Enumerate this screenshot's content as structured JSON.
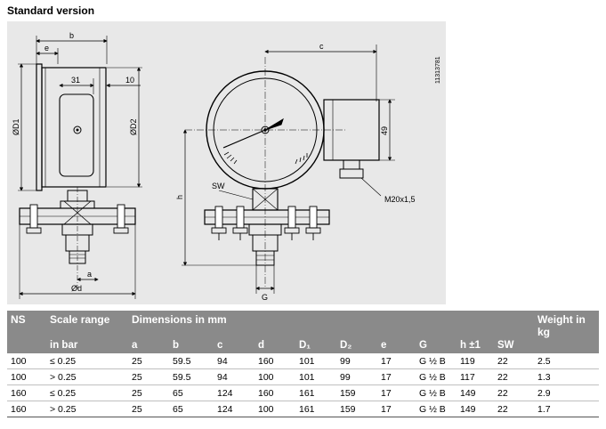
{
  "title": "Standard version",
  "drawing": {
    "doc_number": "11313781",
    "labels": {
      "b": "b",
      "e": "e",
      "dim31": "31",
      "dim10": "10",
      "d1": "ØD1",
      "d2": "ØD2",
      "a": "a",
      "d": "Ød",
      "c": "c",
      "dim49": "49",
      "h": "h",
      "sw": "SW",
      "thread": "M20x1,5",
      "g": "G"
    }
  },
  "table": {
    "head_top": [
      "NS",
      "Scale range",
      "Dimensions in mm",
      "Weight in kg"
    ],
    "head_sub": [
      "in bar",
      "a",
      "b",
      "c",
      "d",
      "D₁",
      "D₂",
      "e",
      "G",
      "h ±1",
      "SW"
    ],
    "rows": [
      [
        "100",
        "≤ 0.25",
        "25",
        "59.5",
        "94",
        "160",
        "101",
        "99",
        "17",
        "G ½ B",
        "119",
        "22",
        "2.5"
      ],
      [
        "100",
        "> 0.25",
        "25",
        "59.5",
        "94",
        "100",
        "101",
        "99",
        "17",
        "G ½ B",
        "117",
        "22",
        "1.3"
      ],
      [
        "160",
        "≤ 0.25",
        "25",
        "65",
        "124",
        "160",
        "161",
        "159",
        "17",
        "G ½ B",
        "149",
        "22",
        "2.9"
      ],
      [
        "160",
        "> 0.25",
        "25",
        "65",
        "124",
        "100",
        "161",
        "159",
        "17",
        "G ½ B",
        "149",
        "22",
        "1.7"
      ]
    ]
  }
}
